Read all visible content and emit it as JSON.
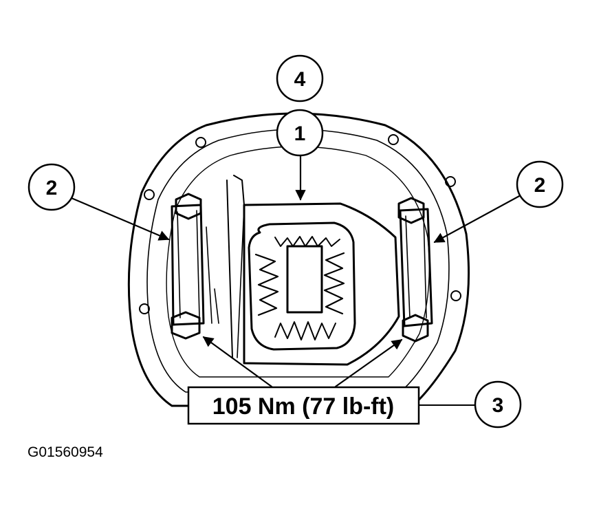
{
  "callouts": {
    "c1": "1",
    "c2_left": "2",
    "c2_right": "2",
    "c3": "3",
    "c4": "4"
  },
  "torque_label": "105 Nm (77 lb-ft)",
  "figure_id": "G01560954"
}
